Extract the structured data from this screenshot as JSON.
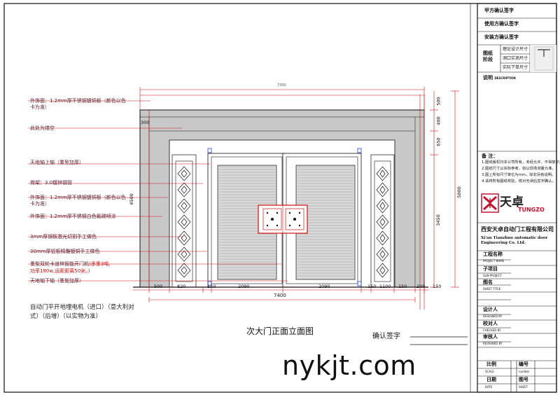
{
  "callouts": [
    "外饰面：1.2mm厚不锈钢镀铜板（颜色以色卡为准）",
    "此处为镂空",
    "天地轴上轴（重型加厚）",
    "骨架：3.0镀锌钢管",
    "外饰面：1.2mm厚不锈钢镀铜板（颜色以色卡为准）",
    "外饰面：1.2mm厚不锈钢白色氟碳喷涂",
    "3mm厚钢板激光切割手工做色",
    "30mm厚铝板精雕镀铜手工做色",
    "重型双轮卡道林智能开门机",
    "(承重3吨,",
    "功率180w,运距距离50米。)",
    "天地轴下轴（重型加厚）"
  ],
  "bottom_dims": [
    "500",
    "820",
    "150",
    "2090",
    "2090",
    "150",
    "1100",
    "150",
    "200",
    "150"
  ],
  "total_width": "7400",
  "right_dims": [
    "500",
    "400",
    "650",
    "3450"
  ],
  "right_total": "5000",
  "left_dims": [
    "300",
    "4500"
  ],
  "top_dim": "7300",
  "motor_note": "自动门平开地埋电机（进口）（意大利对式）（后增）（以实物为准）",
  "drawing_title": "次大门正面立面图",
  "confirm_sign": "确认签字",
  "watermark": "nykjt.com",
  "title_block": {
    "sign_party_a": "甲方确认签字",
    "sign_user": "使用方确认签字",
    "sign_install": "安装方确认签字",
    "stage_label": "图纸阶段",
    "stage_items": [
      "理论设计尺寸",
      "洞口实测尺寸",
      "实际下单尺寸"
    ],
    "desc_cn": "说明",
    "desc_en": "DESCRIPTION",
    "notes_head": "备  注：",
    "notes": [
      "1.图纸版权归本公司所有，未经允许，不得复印。",
      "2.图纸尺寸以实际参考，如以现场测量为准。",
      "3.图上所标尺寸单位为mm，除非另有说明。",
      "4.请将所有图纸校验，核对无误后签字确认。"
    ],
    "logo_cn": "天卓",
    "logo_en": "TUNGZO",
    "company_cn": "西安天卓自动门工程有限公司",
    "company_en": "Xi'an Tianzhuo automatic door Engineering Co. Ltd.",
    "rows": [
      {
        "cn": "工程名称",
        "en": "PROJECT NAME"
      },
      {
        "cn": "子项目",
        "en": "SUB-PROJECT"
      },
      {
        "cn": "图名",
        "en": "SHEET TITLE"
      },
      {
        "cn": "设计人",
        "en": "DESIGNED BY"
      },
      {
        "cn": "校对人",
        "en": "CHECKED BY"
      },
      {
        "cn": "审核人",
        "en": "REVIEWED BY"
      }
    ],
    "scale_cn": "比例",
    "scale_en": "SCALE",
    "number_cn": "编号",
    "number_en": "number",
    "date_cn": "日期",
    "date_en": "DATE",
    "sheet_cn": "图号",
    "sheet_en": "SHEET"
  },
  "colors": {
    "line": "#111111",
    "dim_red": "#d01010",
    "frame_gray": "#c8c8c8",
    "logo_red": "#c8102e",
    "logo_dark": "#222222",
    "dim_blue": "#1a3cff"
  }
}
